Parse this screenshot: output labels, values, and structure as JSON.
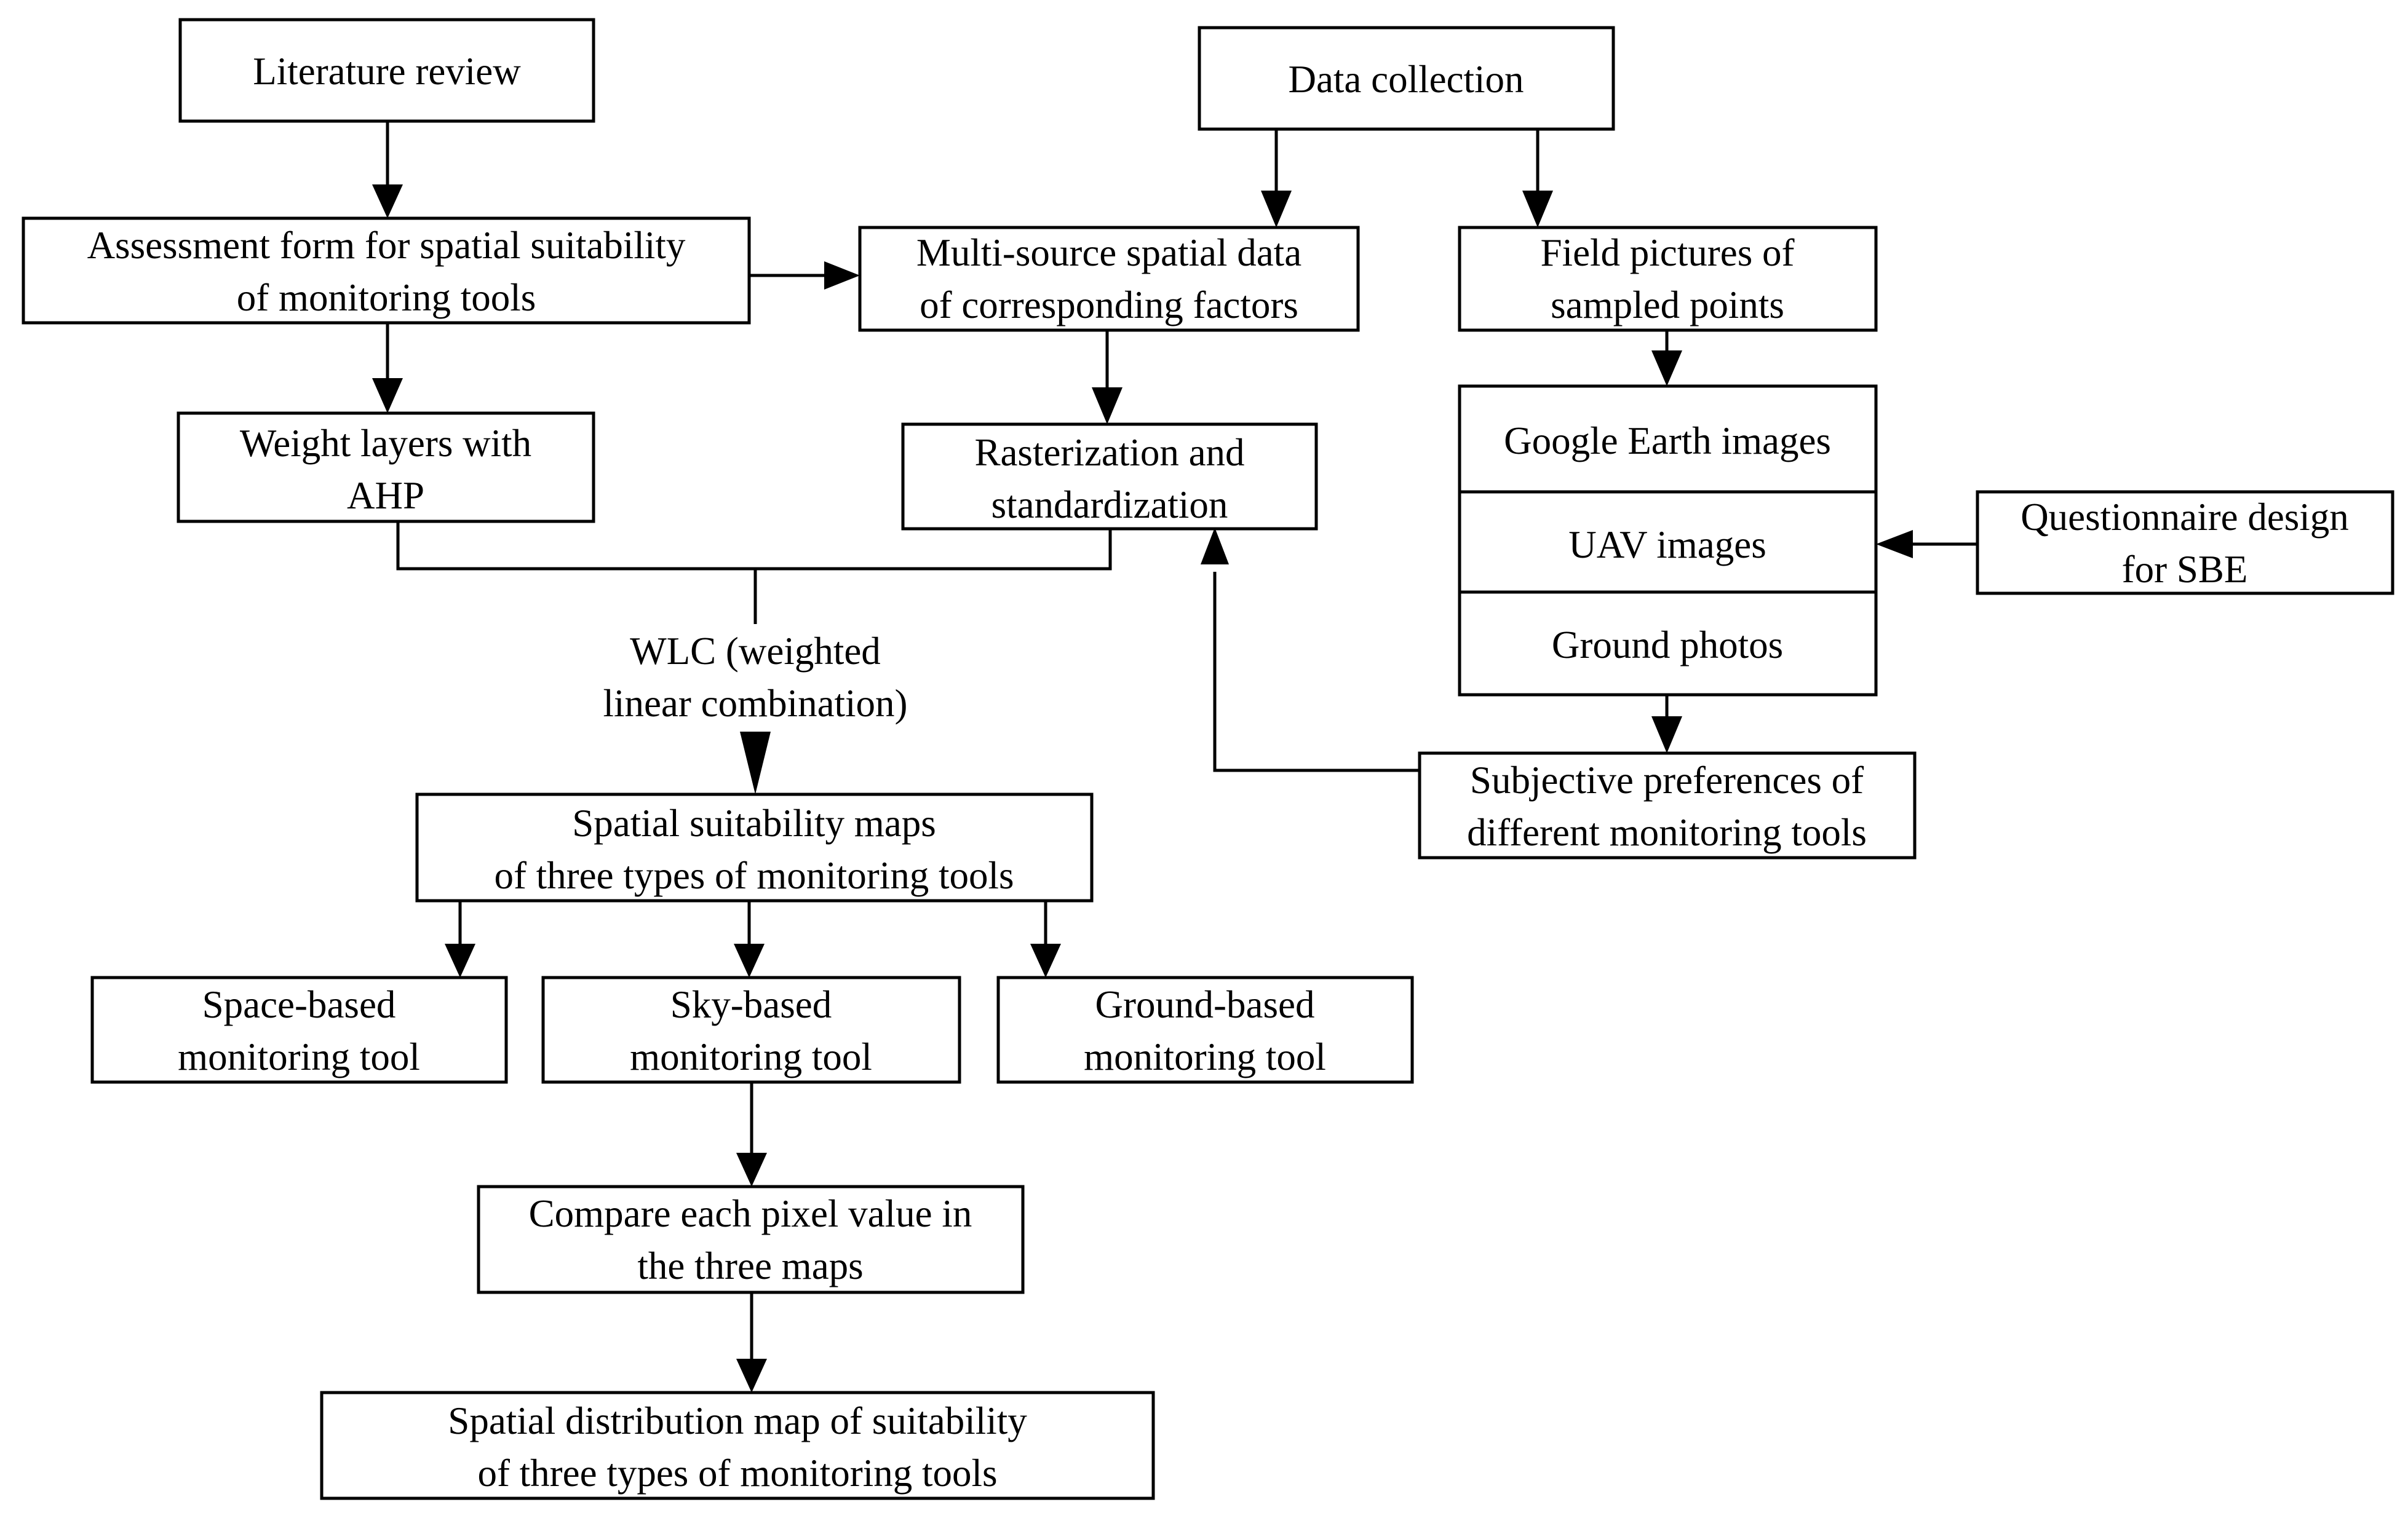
{
  "nodes": {
    "literature_review": {
      "lines": [
        "Literature review"
      ]
    },
    "data_collection": {
      "lines": [
        "Data collection"
      ]
    },
    "assessment_form": {
      "lines": [
        "Assessment form for spatial suitability",
        "of monitoring tools"
      ]
    },
    "multi_source": {
      "lines": [
        "Multi-source spatial data",
        "of corresponding factors"
      ]
    },
    "field_pictures": {
      "lines": [
        "Field pictures of",
        "sampled points"
      ]
    },
    "weight_layers": {
      "lines": [
        "Weight layers with",
        "AHP"
      ]
    },
    "rasterization": {
      "lines": [
        "Rasterization and",
        "standardization"
      ]
    },
    "google_earth": {
      "lines": [
        "Google Earth images"
      ]
    },
    "uav_images": {
      "lines": [
        "UAV images"
      ]
    },
    "ground_photos": {
      "lines": [
        "Ground photos"
      ]
    },
    "questionnaire": {
      "lines": [
        "Questionnaire design",
        "for SBE"
      ]
    },
    "wlc_label": {
      "lines": [
        "WLC (weighted",
        "linear combination)"
      ]
    },
    "subjective_preferences": {
      "lines": [
        "Subjective preferences of",
        "different monitoring tools"
      ]
    },
    "suitability_maps": {
      "lines": [
        "Spatial suitability maps",
        "of three types of monitoring tools"
      ]
    },
    "space_based": {
      "lines": [
        "Space-based",
        "monitoring tool"
      ]
    },
    "sky_based": {
      "lines": [
        "Sky-based",
        "monitoring tool"
      ]
    },
    "ground_based": {
      "lines": [
        "Ground-based",
        "monitoring tool"
      ]
    },
    "compare_pixel": {
      "lines": [
        "Compare each pixel value in",
        "the three maps"
      ]
    },
    "distribution_map": {
      "lines": [
        "Spatial distribution map of suitability",
        "of three types of monitoring tools"
      ]
    }
  }
}
